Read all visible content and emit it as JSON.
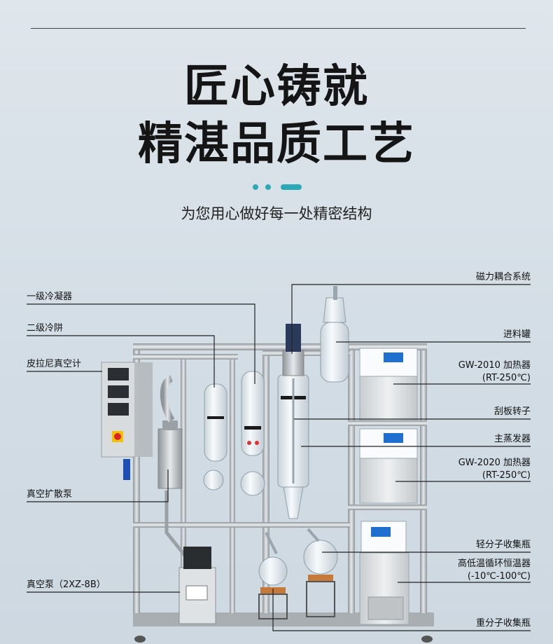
{
  "header": {
    "title_line1": "匠心铸就",
    "title_line2": "精湛品质工艺",
    "subtitle": "为您用心做好每一处精密结构"
  },
  "colors": {
    "accent": "#2aa9b6",
    "callout_line": "#222222",
    "steel": "#b9bec2",
    "glass": "#eef4f8"
  },
  "labels_left": {
    "primary_condenser": "一级冷凝器",
    "secondary_cold_trap": "二级冷阱",
    "pirani_gauge": "皮拉尼真空计",
    "diffusion_pump": "真空扩散泵",
    "vacuum_pump": "真空泵（2XZ-8B）"
  },
  "labels_right": {
    "magnetic_coupling": "磁力耦合系统",
    "feed_tank": "进料罐",
    "heater1_model": "GW-2010 加热器",
    "heater1_range": "(RT-250℃)",
    "wiper_rotor": "刮板转子",
    "main_evaporator": "主蒸发器",
    "heater2_model": "GW-2020 加热器",
    "heater2_range": "(RT-250℃)",
    "light_flask": "轻分子收集瓶",
    "chiller_name": "高低温循环恒温器",
    "chiller_range": "(-10℃-100℃)",
    "heavy_flask": "重分子收集瓶"
  }
}
